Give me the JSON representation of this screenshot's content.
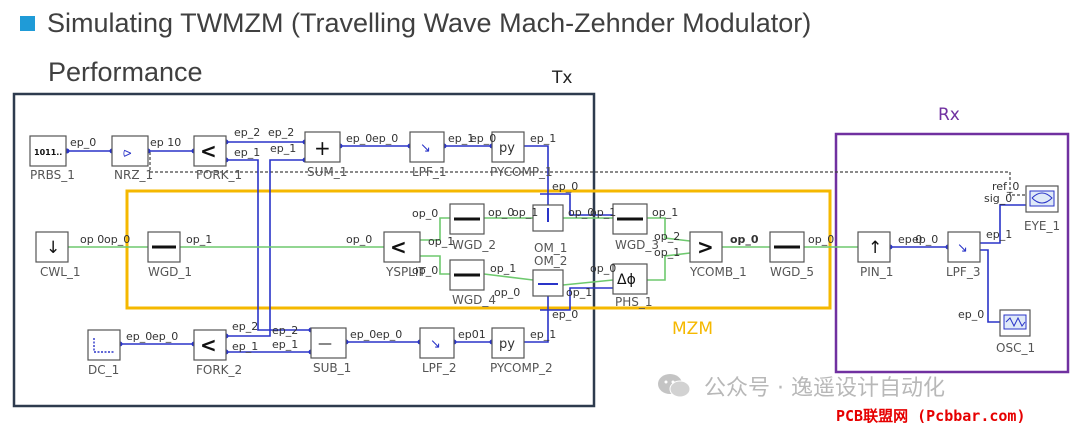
{
  "title_line1": "Simulating TWMZM (Travelling Wave Mach-Zehnder Modulator)",
  "title_line2": "Performance",
  "groups": {
    "tx": "Tx",
    "rx": "Rx",
    "mzm": "MZM"
  },
  "colors": {
    "tx_box": "#2e3b4e",
    "rx_box": "#7030a0",
    "mzm_box": "#f5b800",
    "electrical": "#2a34c8",
    "optical": "#6ec96e",
    "bullet": "#1f9bd7",
    "watermark_red": "#e60000"
  },
  "blocks": [
    {
      "id": "prbs",
      "label": "PRBS_1",
      "glyph": "1011..",
      "icon": "prbs-icon"
    },
    {
      "id": "nrz",
      "label": "NRZ_1",
      "glyph": "⪧",
      "icon": "nrz-icon"
    },
    {
      "id": "fork1",
      "label": "FORK_1",
      "glyph": "<",
      "icon": "fork-icon"
    },
    {
      "id": "sum",
      "label": "SUM_1",
      "glyph": "+",
      "icon": "sum-icon"
    },
    {
      "id": "lpf1",
      "label": "LPF_1",
      "glyph": "↘",
      "icon": "lpf-icon"
    },
    {
      "id": "pycomp1",
      "label": "PYCOMP_1",
      "glyph": "py",
      "icon": "python-icon"
    },
    {
      "id": "cwl",
      "label": "CWL_1",
      "glyph": "↓",
      "icon": "laser-icon"
    },
    {
      "id": "wgd1",
      "label": "WGD_1",
      "glyph": "",
      "icon": "waveguide-icon"
    },
    {
      "id": "ysplit",
      "label": "YSPLIT",
      "glyph": "<",
      "icon": "ysplit-icon"
    },
    {
      "id": "wgd2",
      "label": "WGD_2",
      "glyph": "",
      "icon": "waveguide-icon"
    },
    {
      "id": "wgd4",
      "label": "WGD_4",
      "glyph": "",
      "icon": "waveguide-icon"
    },
    {
      "id": "om1",
      "label": "OM_1",
      "glyph": "",
      "icon": "modulator-icon"
    },
    {
      "id": "om2",
      "label": "OM_2",
      "glyph": "",
      "icon": "modulator-icon"
    },
    {
      "id": "wgd3",
      "label": "WGD_3",
      "glyph": "",
      "icon": "waveguide-icon"
    },
    {
      "id": "phs",
      "label": "PHS_1",
      "glyph": "Δϕ",
      "icon": "phase-shifter-icon"
    },
    {
      "id": "ycomb",
      "label": "YCOMB_1",
      "glyph": ">",
      "icon": "ycombiner-icon"
    },
    {
      "id": "wgd5",
      "label": "WGD_5",
      "glyph": "",
      "icon": "waveguide-icon"
    },
    {
      "id": "pin",
      "label": "PIN_1",
      "glyph": "↑",
      "icon": "photodiode-icon"
    },
    {
      "id": "lpf3",
      "label": "LPF_3",
      "glyph": "↘",
      "icon": "lpf-icon"
    },
    {
      "id": "eye",
      "label": "EYE_1",
      "glyph": "",
      "icon": "eye-diagram-icon"
    },
    {
      "id": "osc",
      "label": "OSC_1",
      "glyph": "",
      "icon": "oscilloscope-icon"
    },
    {
      "id": "dc",
      "label": "DC_1",
      "glyph": "",
      "icon": "dc-source-icon"
    },
    {
      "id": "fork2",
      "label": "FORK_2",
      "glyph": "<",
      "icon": "fork-icon"
    },
    {
      "id": "sub",
      "label": "SUB_1",
      "glyph": "—",
      "icon": "subtract-icon"
    },
    {
      "id": "lpf2",
      "label": "LPF_2",
      "glyph": "↘",
      "icon": "lpf-icon"
    },
    {
      "id": "pycomp2",
      "label": "PYCOMP_2",
      "glyph": "py",
      "icon": "python-icon"
    }
  ],
  "ports": {
    "ep0": "ep_0",
    "ep1": "ep_1",
    "ep2": "ep_2",
    "ep10": "ep 10",
    "ep01": "ep01",
    "op0": "op_0",
    "op1": "op_1",
    "op2": "op_2",
    "ref0": "ref_0",
    "sig0": "sig_0",
    "ep00": "ep 0",
    "op0b": "op 0"
  },
  "watermark": {
    "text": "公众号 · 逸遥设计自动化",
    "site": "PCB联盟网 (Pcbbar.com)"
  }
}
